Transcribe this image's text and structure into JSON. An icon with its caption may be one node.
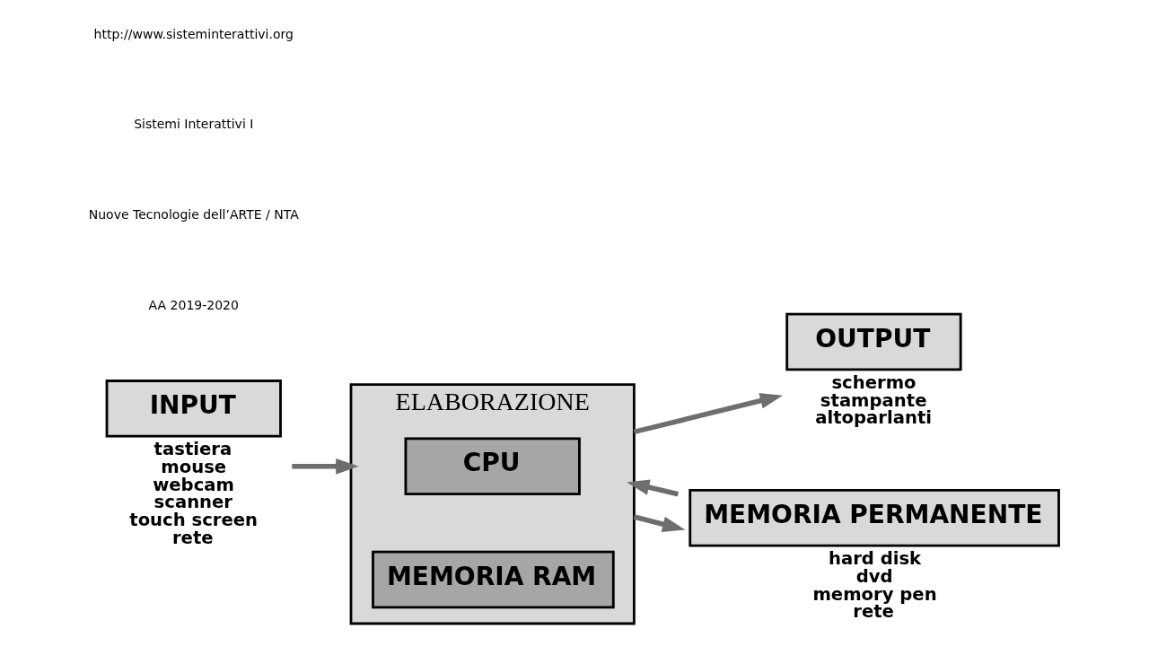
{
  "diagram": {
    "nodes": [
      {
        "text": [
          "INPUT"
        ],
        "beside": [
          "tastiera",
          "mouse",
          "webcam",
          "scanner",
          "touch screen",
          "rete"
        ]
      },
      {
        "text": [
          "ELABORAZIONE"
        ]
      },
      {
        "text": [
          "CPU"
        ],
        "in": 1
      },
      {
        "text": [
          "MEMORIA RAM"
        ],
        "in": 1
      },
      {
        "text": [
          "OUTPUT"
        ],
        "beside": [
          "schermo",
          "stampante",
          "altoparlanti"
        ]
      },
      {
        "text": [
          "MEMORIA PERMANENTE"
        ],
        "beside": [
          "hard disk",
          "dvd",
          "memory pen",
          "rete"
        ]
      }
    ],
    "edges": [
      {
        "from": 0,
        "to": 1,
        "arrow": "to"
      },
      {
        "from": 1,
        "to": 4,
        "arrow": "to"
      },
      {
        "from": 1,
        "to": 5,
        "arrow": "to"
      },
      {
        "from": 5,
        "to": 1,
        "arrow": "to"
      }
    ],
    "labels": [
      "AA 2019-2020",
      "Nuove Tecnologie dell’ARTE / NTA",
      "Sistemi Interattivi I",
      "http://www.sisteminterattivi.org"
    ]
  }
}
